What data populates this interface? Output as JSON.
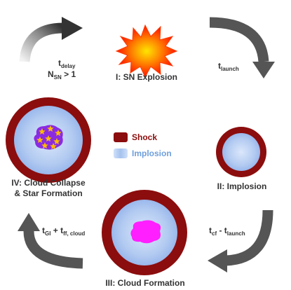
{
  "stages": {
    "sn_explosion": "I: SN Explosion",
    "implosion": "II: Implosion",
    "cloud_formation": "III: Cloud Formation",
    "cloud_collapse_line1": "IV: Cloud Collapse",
    "cloud_collapse_line2": "& Star Formation"
  },
  "legend": {
    "shock": "Shock",
    "implosion": "Implosion",
    "shock_color": "#8b0d0d",
    "implosion_color": "#a9c7ee",
    "shock_text_color": "#8b0d0d",
    "implosion_text_color": "#6f9fdc"
  },
  "timescales": {
    "delay": {
      "t": "t",
      "sub": "delay"
    },
    "n_sn": {
      "main": "N",
      "sub": "SN",
      "rest": " > 1"
    },
    "launch": {
      "t": "t",
      "sub": "launch"
    },
    "cf_minus_launch": {
      "t1": "t",
      "sub1": "cf",
      "mid": " - t",
      "sub2": "launch"
    },
    "gi_plus_ff": {
      "t1": "t",
      "sub1": "GI",
      "mid": " + t",
      "sub2": "ff, cloud"
    }
  },
  "colors": {
    "shock_ring": "#8b0d0d",
    "implosion_fill": "#b7cdf2",
    "cloud_core": "#ff1fff",
    "star_core_fill": "#8a2be2",
    "star_color": "#ffbb00",
    "arrow_gray": "#555555",
    "explosion_red": "#ff1a00",
    "explosion_yellow": "#ffcc00"
  }
}
